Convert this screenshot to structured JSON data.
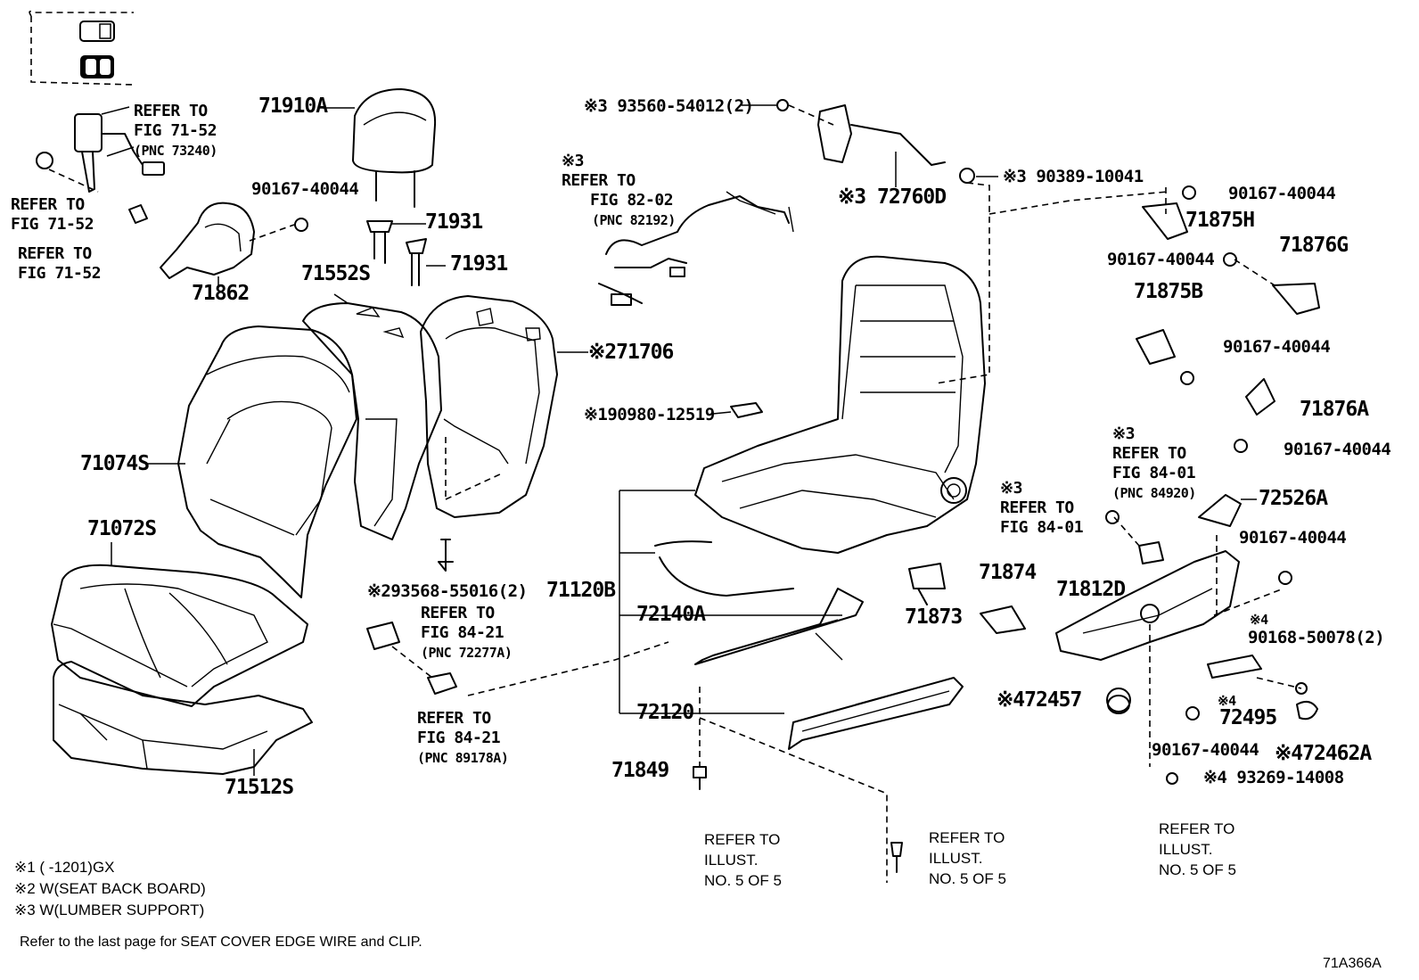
{
  "parts": {
    "headrest": "71910A",
    "headrest_support_1": "71931",
    "headrest_support_2": "71931",
    "bolt_top_left": "90167-40044",
    "seatback_shield": "71862",
    "seatback_pad": "71552S",
    "seatback_board": "71706",
    "seatback_cover": "71074S",
    "seat_cushion_cover": "71072S",
    "seat_cushion_pad": "71512S",
    "clip_93568": "93568-55016(2)",
    "clip_93560": "93560-54012(2)",
    "lumber_support": "72760D",
    "nut_90389": "90389-10041",
    "connector_90980": "90980-12519",
    "seat_frame": "71120B",
    "adjuster_inner": "72140A",
    "adjuster_outer": "72120",
    "bolt_71849": "71849",
    "cover_71873": "71873",
    "cover_71874": "71874",
    "shield_71812D": "71812D",
    "knob_72457": "72457",
    "knob_72495": "72495",
    "cap_72462A": "72462A",
    "screw_93269": "93269-14008",
    "screw_90168": "90168-50078(2)",
    "bracket_72526A": "72526A",
    "bolt_right_upper": "90167-40044",
    "bolt_right_2": "90167-40044",
    "bolt_right_3": "90167-40044",
    "bolt_right_4": "90167-40044",
    "bolt_right_5": "90167-40044",
    "bolt_right_6": "90167-40044",
    "cover_71875H": "71875H",
    "cover_71876G": "71876G",
    "cover_71875B": "71875B",
    "cover_71876A": "71876A"
  },
  "marks": {
    "m1": "※1",
    "m2": "※2",
    "m3": "※3",
    "m4": "※4"
  },
  "refs": {
    "refer_to": "REFER TO",
    "fig_71_52": "FIG 71-52",
    "pnc_73240": "(PNC 73240)",
    "fig_82_02": "FIG 82-02",
    "pnc_82192": "(PNC 82192)",
    "fig_84_21": "FIG 84-21",
    "pnc_72277a": "(PNC 72277A)",
    "pnc_89178a": "(PNC 89178A)",
    "fig_84_01": "FIG 84-01",
    "pnc_84920": "(PNC 84920)",
    "illust": "ILLUST.",
    "no_5_of_5": "NO. 5 OF 5"
  },
  "notes": {
    "n1": "※1 (      -1201)GX",
    "n2": "※2 W(SEAT BACK BOARD)",
    "n3": "※3 W(LUMBER SUPPORT)",
    "footer": "Refer to the last page for SEAT COVER EDGE WIRE and CLIP.",
    "diagram_id": "71A366A"
  }
}
